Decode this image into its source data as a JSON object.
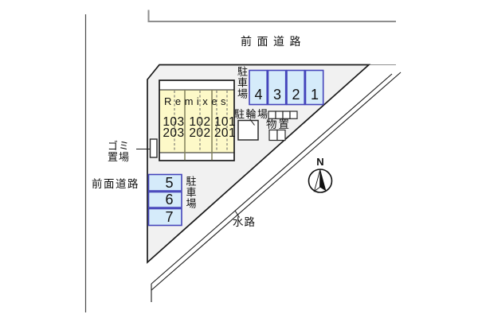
{
  "plan": {
    "road_top_label": "前面道路",
    "road_left_label": "前面道路",
    "waterway_label": "水路",
    "compass_label": "N",
    "building": {
      "name": "Remixes",
      "units": [
        {
          "upper": "103",
          "lower": "203"
        },
        {
          "upper": "102",
          "lower": "202"
        },
        {
          "upper": "101",
          "lower": "201"
        }
      ]
    },
    "parking_top": {
      "label": "駐車場",
      "spaces": [
        "4",
        "3",
        "2",
        "1"
      ]
    },
    "parking_left": {
      "label": "駐車場",
      "spaces": [
        "5",
        "6",
        "7"
      ]
    },
    "bicycle_label": "駐輪場",
    "storage_label": "物置",
    "garbage_label_line1": "ゴミ",
    "garbage_label_line2": "置場"
  },
  "colors": {
    "plot_fill": "#f1f1f1",
    "building_fill": "#fdf9c8",
    "parking_fill": "#d5ebfa",
    "parking_border": "#4545bb",
    "road_gray": "#8e8e8e",
    "line_black": "#1a1a1a"
  }
}
